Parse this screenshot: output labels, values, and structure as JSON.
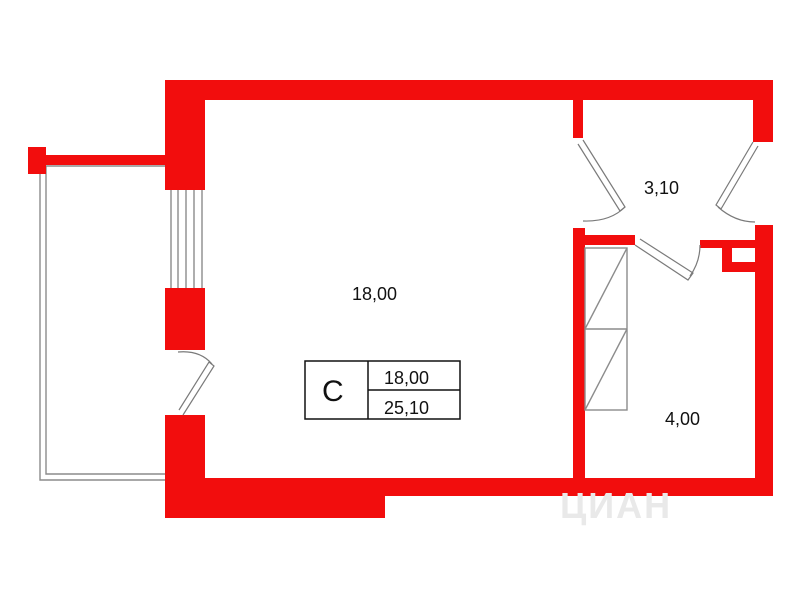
{
  "plan": {
    "wall_color": "#f20d0d",
    "rooms": [
      {
        "name": "room-main",
        "area": "18,00"
      },
      {
        "name": "room-hall",
        "area": "3,10"
      },
      {
        "name": "room-bath",
        "area": "4,00"
      }
    ],
    "badge": {
      "letter": "С",
      "living_area": "18,00",
      "total_area": "25,10"
    },
    "watermark": "ЦИАН"
  }
}
